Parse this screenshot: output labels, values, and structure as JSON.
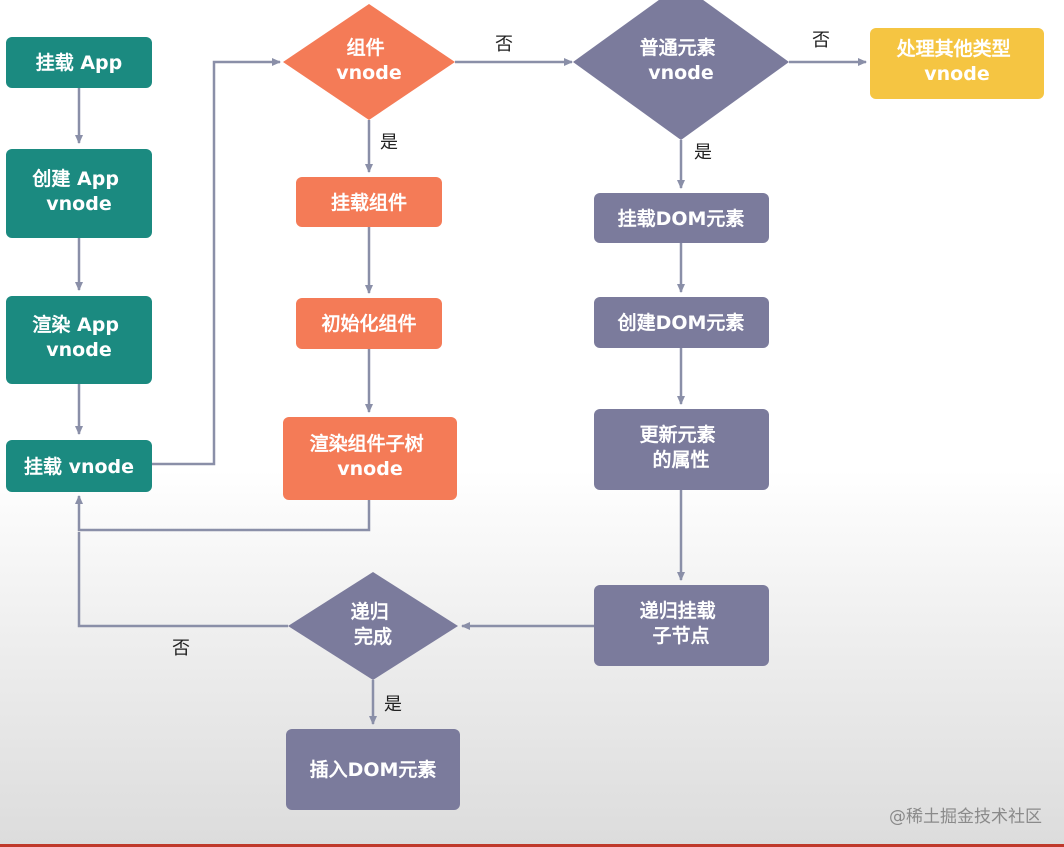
{
  "colors": {
    "teal": "#1b8a80",
    "orange": "#f47b57",
    "slate": "#7b7b9c",
    "yellow": "#f5c542",
    "line": "#8a8fa8"
  },
  "nodes": {
    "mount_app": {
      "lines": [
        "挂载 App"
      ]
    },
    "create_app_vnode": {
      "lines": [
        "创建 App",
        "vnode"
      ]
    },
    "render_app_vnode": {
      "lines": [
        "渲染 App",
        "vnode"
      ]
    },
    "mount_vnode": {
      "lines": [
        "挂载 vnode"
      ]
    },
    "is_component_vnode": {
      "lines": [
        "组件",
        "vnode"
      ]
    },
    "mount_component": {
      "lines": [
        "挂载组件"
      ]
    },
    "init_component": {
      "lines": [
        "初始化组件"
      ]
    },
    "render_subtree": {
      "lines": [
        "渲染组件子树",
        "vnode"
      ]
    },
    "is_element_vnode": {
      "lines": [
        "普通元素",
        "vnode"
      ]
    },
    "handle_other": {
      "lines": [
        "处理其他类型",
        "vnode"
      ]
    },
    "mount_dom": {
      "lines": [
        "挂载DOM元素"
      ]
    },
    "create_dom": {
      "lines": [
        "创建DOM元素"
      ]
    },
    "update_props": {
      "lines": [
        "更新元素",
        "的属性"
      ]
    },
    "mount_children": {
      "lines": [
        "递归挂载",
        "子节点"
      ]
    },
    "recursion_done": {
      "lines": [
        "递归",
        "完成"
      ]
    },
    "insert_dom": {
      "lines": [
        "插入DOM元素"
      ]
    }
  },
  "labels": {
    "no1": "否",
    "no2": "否",
    "yes1": "是",
    "yes2": "是",
    "no3": "否",
    "yes3": "是"
  },
  "watermark": "@稀土掘金技术社区"
}
